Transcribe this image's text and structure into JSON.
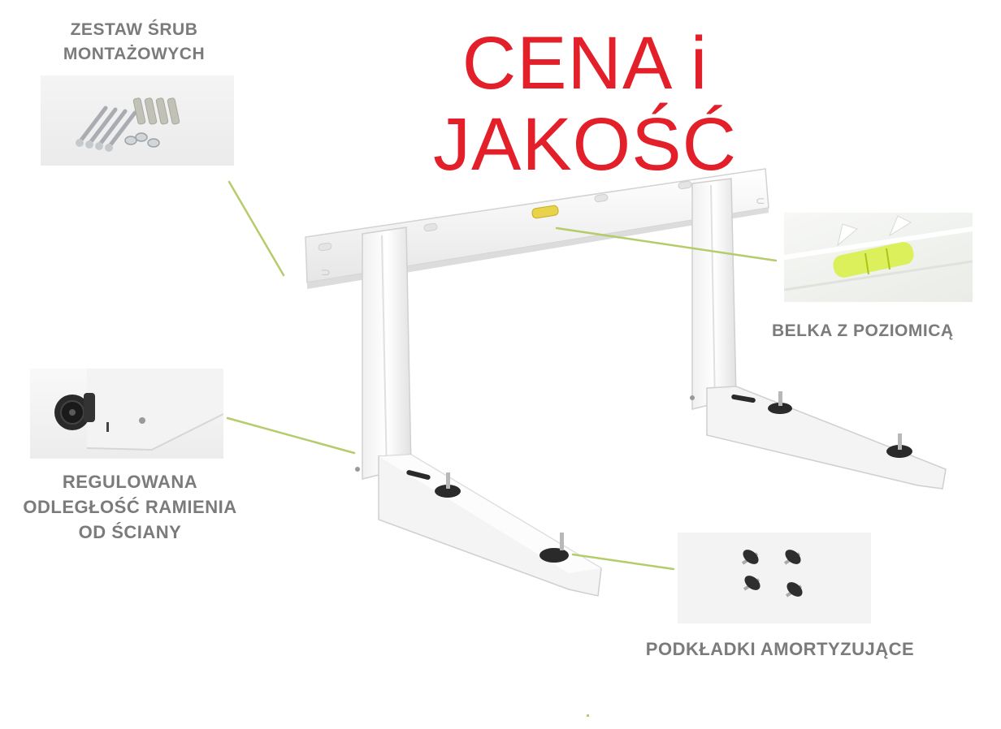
{
  "headline": "CENA i JAKOŚĆ",
  "accent_color": "#e3202a",
  "label_color": "#7b7b7b",
  "callout_line_color": "#b5cc6a",
  "features": {
    "screws": {
      "line1": "ZESTAW ŚRUB",
      "line2": "MONTAŻOWYCH",
      "image": "mounting-screws-photo"
    },
    "level": {
      "label": "BELKA Z POZIOMICĄ",
      "image": "spirit-level-photo"
    },
    "arm": {
      "line1": "REGULOWANA",
      "line2": "ODLEGŁOŚĆ RAMIENIA",
      "line3": "OD ŚCIANY",
      "image": "adjustable-arm-photo"
    },
    "pads": {
      "label": "PODKŁADKI AMORTYZUJĄCE",
      "image": "damping-pads-photo"
    }
  },
  "product": "wall-bracket-illustration"
}
